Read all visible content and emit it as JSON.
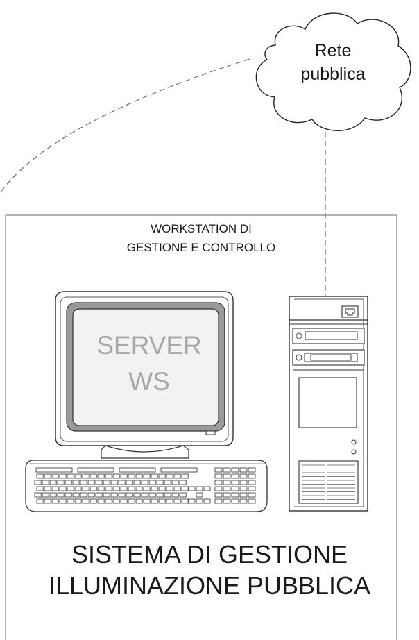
{
  "cloud": {
    "line1": "Rete",
    "line2": "pubblica"
  },
  "workstation": {
    "caption_line1": "WORKSTATION DI",
    "caption_line2": "GESTIONE E CONTROLLO"
  },
  "monitor": {
    "line1": "SERVER",
    "line2": "WS"
  },
  "system": {
    "title_line1": "SISTEMA DI GESTIONE",
    "title_line2": "ILLUMINAZIONE PUBBLICA"
  }
}
